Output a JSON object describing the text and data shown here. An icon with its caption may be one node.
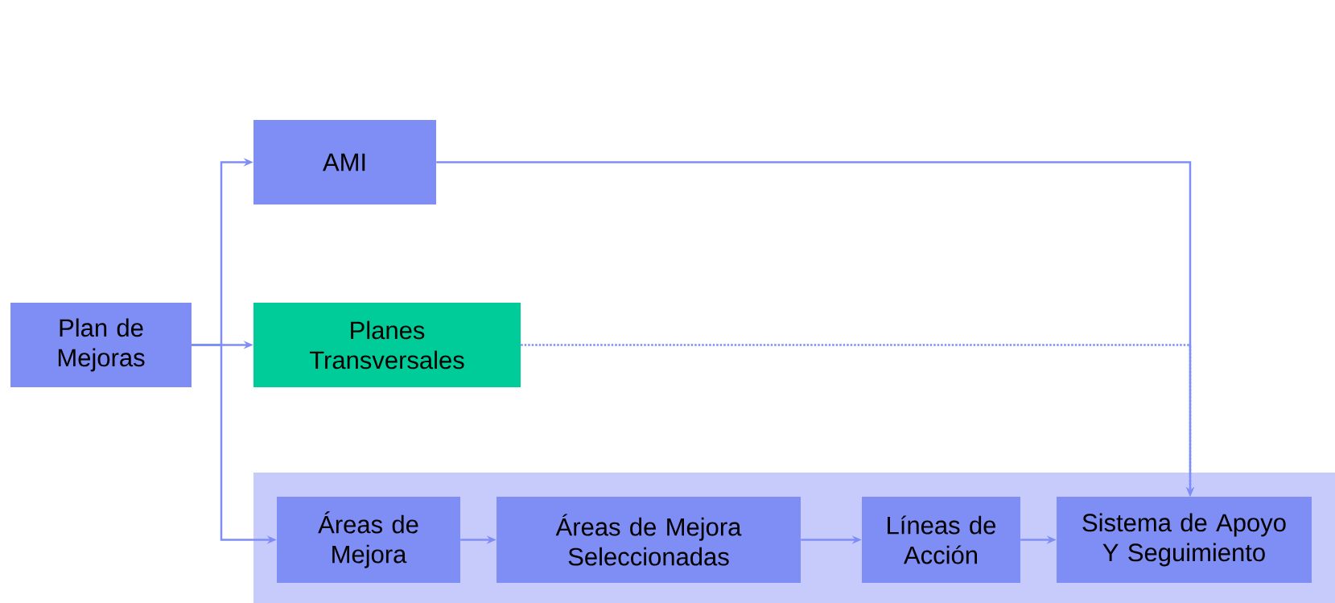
{
  "diagram": {
    "nodes": [
      {
        "text": [
          "Plan de Mejoras"
        ]
      },
      {
        "text": [
          "AMI"
        ]
      },
      {
        "text": [
          "Planes Transversales"
        ]
      },
      {
        "text": [],
        "shape": "box"
      },
      {
        "text": [
          "Áreas de Mejora"
        ],
        "in": 3
      },
      {
        "text": [
          "Áreas de Mejora Seleccionadas"
        ],
        "in": 3
      },
      {
        "text": [
          "Líneas de Acción"
        ],
        "in": 3
      },
      {
        "text": [
          "Sistema de Apoyo Y Seguimiento"
        ],
        "in": 3
      }
    ],
    "edges": [
      {
        "from": 0,
        "to": 1,
        "arrow": "to"
      },
      {
        "from": 0,
        "to": 2,
        "arrow": "to"
      },
      {
        "from": 0,
        "to": 4,
        "arrow": "to"
      },
      {
        "from": 1,
        "to": 7,
        "arrow": "to"
      },
      {
        "from": 2,
        "to": 7,
        "arrow": "to",
        "style": "dashed"
      },
      {
        "from": 4,
        "to": 5,
        "arrow": "to"
      },
      {
        "from": 5,
        "to": 6,
        "arrow": "to"
      },
      {
        "from": 6,
        "to": 7,
        "arrow": "to"
      }
    ]
  }
}
